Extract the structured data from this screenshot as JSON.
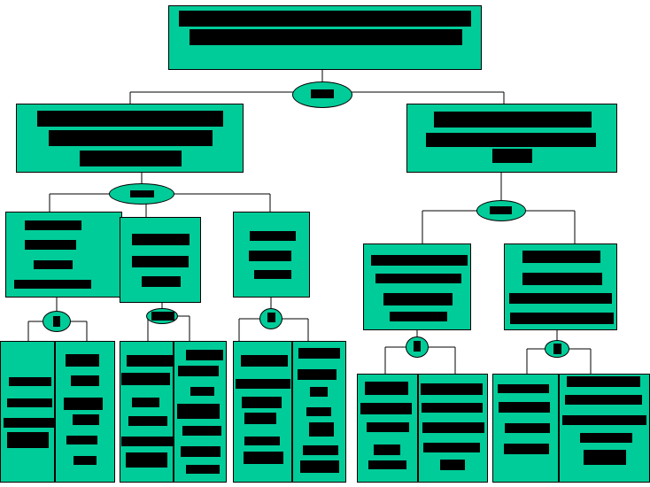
{
  "diagram": {
    "type": "hierarchy-chart",
    "colors": {
      "fill": "#00cc99",
      "stroke": "#000000",
      "redaction": "#000000",
      "background": "#ffffff"
    },
    "text_redacted": true,
    "nodes": [
      {
        "id": "root",
        "label": "",
        "redacted_lines": 2
      },
      {
        "id": "left-branch",
        "label": "",
        "redacted_lines": 3
      },
      {
        "id": "right-branch",
        "label": "",
        "redacted_lines": 3
      },
      {
        "id": "left-child-1",
        "label": "",
        "redacted_lines": 4
      },
      {
        "id": "left-child-2",
        "label": "",
        "redacted_lines": 3
      },
      {
        "id": "left-child-3",
        "label": "",
        "redacted_lines": 3
      },
      {
        "id": "right-child-1",
        "label": "",
        "redacted_lines": 4
      },
      {
        "id": "right-child-2",
        "label": "",
        "redacted_lines": 4
      },
      {
        "id": "leaf-1a",
        "label": "",
        "redacted_lines": 4
      },
      {
        "id": "leaf-1b",
        "label": "",
        "redacted_lines": 5
      },
      {
        "id": "leaf-2a",
        "label": "",
        "redacted_lines": 6
      },
      {
        "id": "leaf-2b",
        "label": "",
        "redacted_lines": 6
      },
      {
        "id": "leaf-3a",
        "label": "",
        "redacted_lines": 6
      },
      {
        "id": "leaf-3b",
        "label": "",
        "redacted_lines": 6
      },
      {
        "id": "leaf-4a",
        "label": "",
        "redacted_lines": 5
      },
      {
        "id": "leaf-4b",
        "label": "",
        "redacted_lines": 5
      },
      {
        "id": "leaf-5a",
        "label": "",
        "redacted_lines": 4
      },
      {
        "id": "leaf-5b",
        "label": "",
        "redacted_lines": 4
      }
    ],
    "connectors": [
      {
        "id": "conn-root",
        "parent": "root",
        "children": [
          "left-branch",
          "right-branch"
        ]
      },
      {
        "id": "conn-left",
        "parent": "left-branch",
        "children": [
          "left-child-1",
          "left-child-2",
          "left-child-3"
        ]
      },
      {
        "id": "conn-right",
        "parent": "right-branch",
        "children": [
          "right-child-1",
          "right-child-2"
        ]
      },
      {
        "id": "conn-lc1",
        "parent": "left-child-1",
        "children": [
          "leaf-1a",
          "leaf-1b"
        ]
      },
      {
        "id": "conn-lc2",
        "parent": "left-child-2",
        "children": [
          "leaf-2a",
          "leaf-2b"
        ]
      },
      {
        "id": "conn-lc3",
        "parent": "left-child-3",
        "children": [
          "leaf-3a",
          "leaf-3b"
        ]
      },
      {
        "id": "conn-rc1",
        "parent": "right-child-1",
        "children": [
          "leaf-4a",
          "leaf-4b"
        ]
      },
      {
        "id": "conn-rc2",
        "parent": "right-child-2",
        "children": [
          "leaf-5a",
          "leaf-5b"
        ]
      }
    ]
  }
}
